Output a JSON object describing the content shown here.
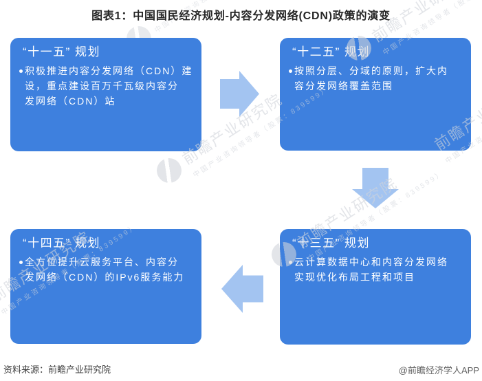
{
  "title": "图表1：中国国民经济规划-内容分发网络(CDN)政策的演变",
  "boxes": [
    {
      "title": "“十一五” 规划",
      "body": "积极推进内容分发网络（CDN）建\n设，重点建设百万千瓦级内容分\n发网络（CDN）站"
    },
    {
      "title": "“十二五” 规划",
      "body": "按照分层、分域的原则，扩大内\n容分发网络覆盖范围"
    },
    {
      "title": "“十三五” 规划",
      "body": "云计算数据中心和内容分发网络\n实现优化布局工程和项目"
    },
    {
      "title": "“十四五” 规划",
      "body": "全方位提升云服务平台、内容分\n发网络（CDN）的IPv6服务能力"
    }
  ],
  "footer": {
    "source": "资料来源：前瞻产业研究院",
    "credit": "@前瞻经济学人APP"
  },
  "watermark": {
    "text": "前瞻产业研究院",
    "subtext": "中国产业咨询领导者（股票：839599）"
  },
  "colors": {
    "box_blue": "#3e80de",
    "arrow_blue": "#a3c4f1",
    "title_color": "#262626"
  }
}
